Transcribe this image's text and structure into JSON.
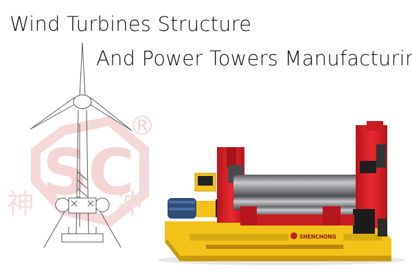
{
  "banner": {
    "headline_line1": "Wind Turbines Structure",
    "headline_line2": "And Power Towers Manufacturing",
    "watermark_left_char": "神",
    "watermark_right_char": "冲",
    "registered_mark": "®",
    "machine_plate_text": "SHENCHONG",
    "icons": [
      "wind-turbine-drawing",
      "sc-watermark-logo",
      "plate-rolling-machine-photo"
    ],
    "colors": {
      "frame_red": "#e3262b",
      "base_yellow": "#f2c219",
      "roller_steel": "#8a8c90",
      "motor_blue": "#2e4d7a",
      "watermark": "#f4d4d4"
    }
  }
}
